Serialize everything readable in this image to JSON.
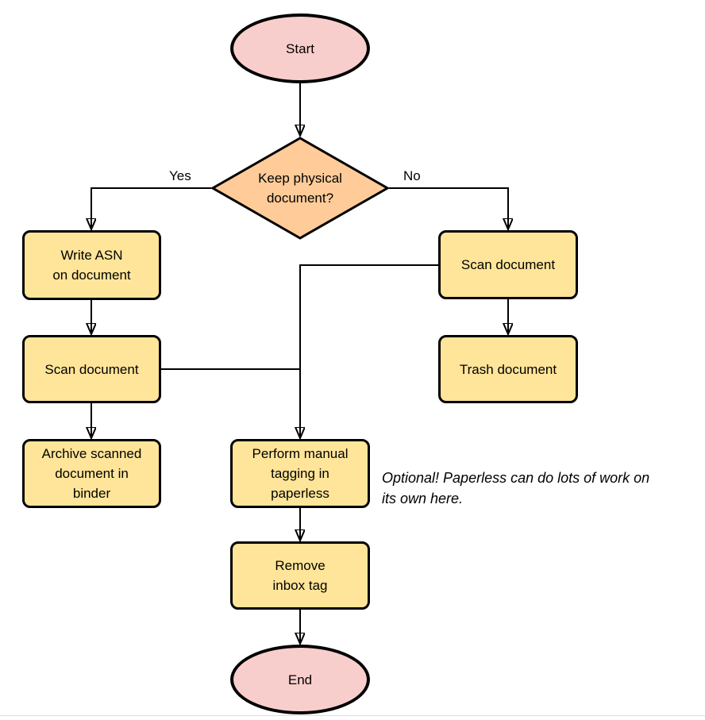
{
  "flowchart": {
    "nodes": {
      "start": {
        "label": "Start",
        "shape": "terminal"
      },
      "decision": {
        "label": "Keep physical\ndocument?",
        "shape": "decision"
      },
      "write_asn": {
        "label": "Write ASN\non document",
        "shape": "process"
      },
      "scan_left": {
        "label": "Scan document",
        "shape": "process"
      },
      "archive": {
        "label": "Archive scanned\ndocument in\nbinder",
        "shape": "process"
      },
      "scan_right": {
        "label": "Scan document",
        "shape": "process"
      },
      "trash": {
        "label": "Trash document",
        "shape": "process"
      },
      "tagging": {
        "label": "Perform manual\ntagging in\npaperless",
        "shape": "process"
      },
      "remove_inbox": {
        "label": "Remove\ninbox tag",
        "shape": "process"
      },
      "end": {
        "label": "End",
        "shape": "terminal"
      }
    },
    "edge_labels": {
      "yes": "Yes",
      "no": "No"
    },
    "annotation": "Optional! Paperless can do lots of work on\nits own here.",
    "colors": {
      "terminal_fill": "#F8CECC",
      "decision_fill": "#FFCC99",
      "process_fill": "#FFE599",
      "stroke": "#000000"
    }
  }
}
